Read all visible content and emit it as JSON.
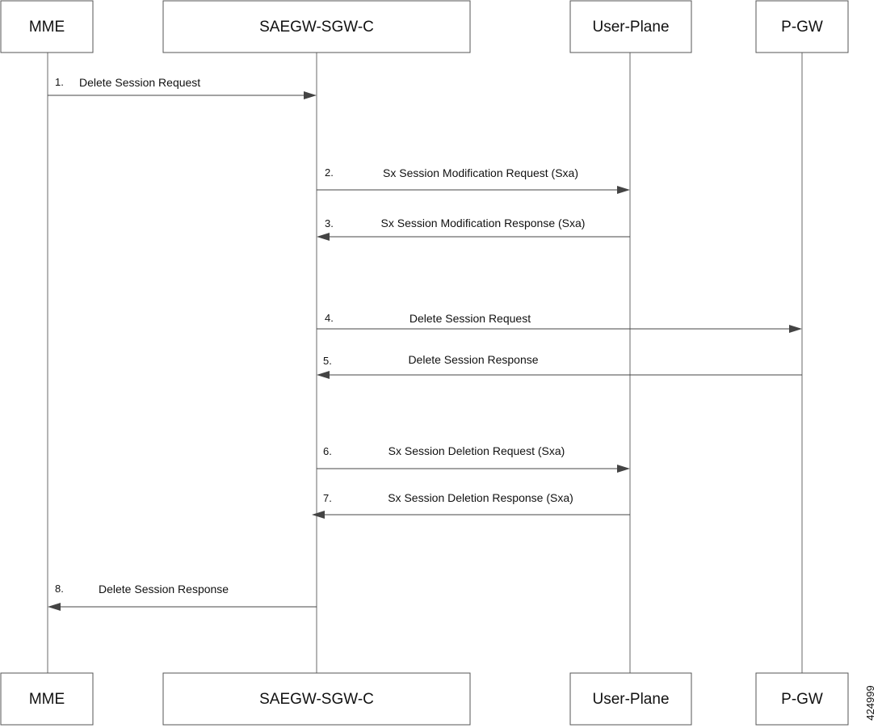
{
  "participants": [
    {
      "id": "mme",
      "label": "MME"
    },
    {
      "id": "sgw",
      "label": "SAEGW-SGW-C"
    },
    {
      "id": "up",
      "label": "User-Plane"
    },
    {
      "id": "pgw",
      "label": "P-GW"
    }
  ],
  "messages": [
    {
      "step": "1.",
      "label": "Delete Session Request",
      "from": "mme",
      "to": "sgw"
    },
    {
      "step": "2.",
      "label": "Sx Session Modification Request (Sxa)",
      "from": "sgw",
      "to": "up"
    },
    {
      "step": "3.",
      "label": "Sx Session Modification Response (Sxa)",
      "from": "up",
      "to": "sgw"
    },
    {
      "step": "4.",
      "label": "Delete Session Request",
      "from": "sgw",
      "to": "pgw"
    },
    {
      "step": "5.",
      "label": "Delete Session Response",
      "from": "pgw",
      "to": "sgw"
    },
    {
      "step": "6.",
      "label": "Sx Session Deletion Request (Sxa)",
      "from": "sgw",
      "to": "up"
    },
    {
      "step": "7.",
      "label": "Sx Session Deletion Response (Sxa)",
      "from": "up",
      "to": "sgw"
    },
    {
      "step": "8.",
      "label": "Delete Session Response",
      "from": "sgw",
      "to": "mme"
    }
  ],
  "figure_id": "424999"
}
